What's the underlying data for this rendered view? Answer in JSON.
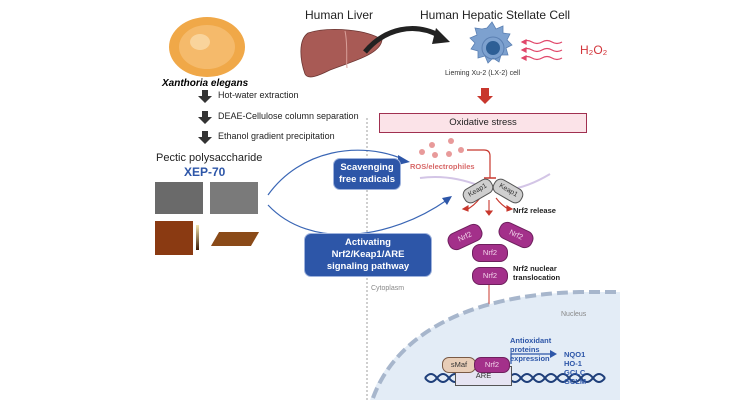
{
  "source": {
    "organism": "Xanthoria elegans",
    "steps": [
      "Hot-water extraction",
      "DEAE-Cellulose column separation",
      "Ethanol gradient precipitation"
    ],
    "product_title": "Pectic polysaccharide",
    "product_name": "XEP-70"
  },
  "top": {
    "liver_label": "Human Liver",
    "cell_title": "Human Hepatic Stellate Cell",
    "cell_caption": "Lieming Xu-2 (LX-2) cell",
    "stressor": "H₂O₂"
  },
  "mechanism": {
    "oxidative_stress": "Oxidative stress",
    "ros_label": "ROS/electrophiles",
    "scavenging": [
      "Scavenging",
      "free radicals"
    ],
    "activating": [
      "Activating Nrf2/Keap1/ARE",
      "signaling pathway"
    ],
    "keap1": "Keap1",
    "nrf2": "Nrf2",
    "nrf2_release": "Nrf2 release",
    "nrf2_translocation": [
      "Nrf2 nuclear",
      "translocation"
    ],
    "cytoplasm": "Cytoplasm",
    "nucleus": "Nucleus",
    "smaf": "sMaf",
    "are": "ARE",
    "antioxidant": [
      "Antioxidant",
      "proteins",
      "expression"
    ],
    "genes": [
      "NQO1",
      "HO-1",
      "GCLC",
      "GCLM"
    ]
  },
  "colors": {
    "blue_box": "#2d56a8",
    "nrf2": "#a3308a",
    "ros": "#e07a7a",
    "stress_box": "#fbe3e8",
    "red_arrow": "#c8372d"
  }
}
